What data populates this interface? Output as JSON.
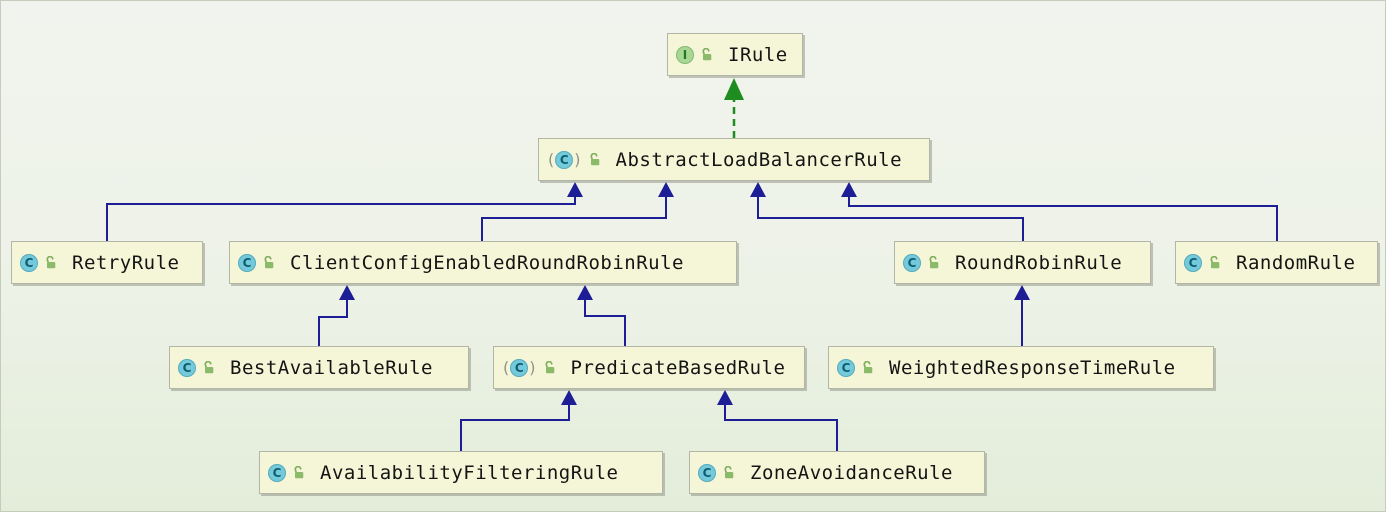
{
  "diagram_type": "uml-class-inheritance",
  "glyphs": {
    "class_letter": "C",
    "interface_letter": "I",
    "paren_open": "(",
    "paren_close": ")"
  },
  "colors": {
    "node_fill": "#f5f6d7",
    "node_border": "#b3b6a6",
    "extends_arrow": "#1d1d96",
    "implements_arrow": "#1f8c1f",
    "class_icon_bg": "#74cadb",
    "interface_icon_bg": "#a9d793",
    "lock_icon_green": "#8bbb6a",
    "background": "#edf2e7"
  },
  "nodes": [
    {
      "id": "irule",
      "label": "IRule",
      "kind": "interface"
    },
    {
      "id": "abstract-load-balancer-rule",
      "label": "AbstractLoadBalancerRule",
      "kind": "abstract-class"
    },
    {
      "id": "retry-rule",
      "label": "RetryRule",
      "kind": "class"
    },
    {
      "id": "client-config-enabled-round-robin-rule",
      "label": "ClientConfigEnabledRoundRobinRule",
      "kind": "class"
    },
    {
      "id": "round-robin-rule",
      "label": "RoundRobinRule",
      "kind": "class"
    },
    {
      "id": "random-rule",
      "label": "RandomRule",
      "kind": "class"
    },
    {
      "id": "best-available-rule",
      "label": "BestAvailableRule",
      "kind": "class"
    },
    {
      "id": "predicate-based-rule",
      "label": "PredicateBasedRule",
      "kind": "abstract-class"
    },
    {
      "id": "weighted-response-time-rule",
      "label": "WeightedResponseTimeRule",
      "kind": "class"
    },
    {
      "id": "availability-filtering-rule",
      "label": "AvailabilityFilteringRule",
      "kind": "class"
    },
    {
      "id": "zone-avoidance-rule",
      "label": "ZoneAvoidanceRule",
      "kind": "class"
    }
  ],
  "edges": [
    {
      "from": "AbstractLoadBalancerRule",
      "to": "IRule",
      "relation": "implements"
    },
    {
      "from": "RetryRule",
      "to": "AbstractLoadBalancerRule",
      "relation": "extends"
    },
    {
      "from": "ClientConfigEnabledRoundRobinRule",
      "to": "AbstractLoadBalancerRule",
      "relation": "extends"
    },
    {
      "from": "RoundRobinRule",
      "to": "AbstractLoadBalancerRule",
      "relation": "extends"
    },
    {
      "from": "RandomRule",
      "to": "AbstractLoadBalancerRule",
      "relation": "extends"
    },
    {
      "from": "BestAvailableRule",
      "to": "ClientConfigEnabledRoundRobinRule",
      "relation": "extends"
    },
    {
      "from": "PredicateBasedRule",
      "to": "ClientConfigEnabledRoundRobinRule",
      "relation": "extends"
    },
    {
      "from": "WeightedResponseTimeRule",
      "to": "RoundRobinRule",
      "relation": "extends"
    },
    {
      "from": "AvailabilityFilteringRule",
      "to": "PredicateBasedRule",
      "relation": "extends"
    },
    {
      "from": "ZoneAvoidanceRule",
      "to": "PredicateBasedRule",
      "relation": "extends"
    }
  ]
}
